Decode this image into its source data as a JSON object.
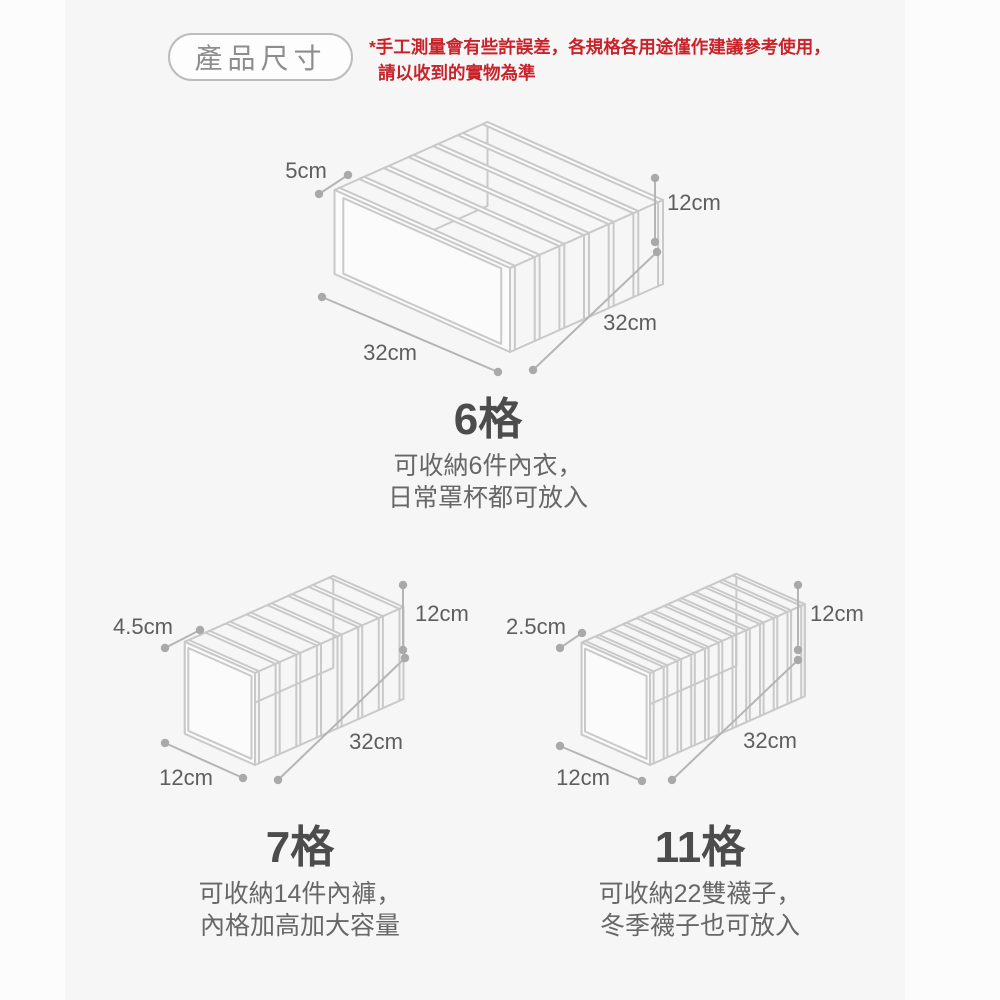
{
  "header": {
    "badge": "產品尺寸",
    "disclaimer_line1": "*手工測量會有些許誤差，各規格各用途僅作建議參考使用，",
    "disclaimer_line2": "請以收到的實物為準"
  },
  "products": [
    {
      "id": "grid6",
      "cells": 6,
      "title": "6格",
      "desc_line1": "可收納6件內衣，",
      "desc_line2": "日常罩杯都可放入",
      "dims": {
        "slot": "5cm",
        "height": "12cm",
        "side": "32cm",
        "front": "32cm"
      }
    },
    {
      "id": "grid7",
      "cells": 7,
      "title": "7格",
      "desc_line1": "可收納14件內褲，",
      "desc_line2": "內格加高加大容量",
      "dims": {
        "slot": "4.5cm",
        "height": "12cm",
        "side": "32cm",
        "front": "12cm"
      }
    },
    {
      "id": "grid11",
      "cells": 11,
      "title": "11格",
      "desc_line1": "可收納22雙襪子，",
      "desc_line2": "冬季襪子也可放入",
      "dims": {
        "slot": "2.5cm",
        "height": "12cm",
        "side": "32cm",
        "front": "12cm"
      }
    }
  ],
  "style": {
    "disclaimer_color": "#c8232a",
    "wire_color": "#c9c9c9",
    "face_fill": "#fbfbfb",
    "dim_line_color": "#b5b5b5",
    "dot_color": "#a9a9a9"
  }
}
